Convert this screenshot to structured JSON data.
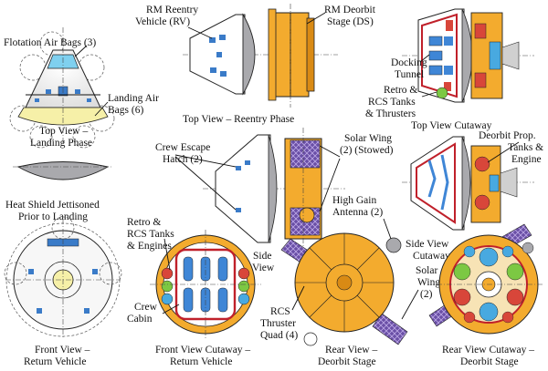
{
  "labels": {
    "flotation_air_bags": "Flotation Air Bags (3)",
    "landing_air_bags_1": "Landing Air",
    "landing_air_bags_2": "Bags (6)",
    "top_view_landing_1": "Top View –",
    "top_view_landing_2": "Landing Phase",
    "heat_shield_1": "Heat Shield Jettisoned",
    "heat_shield_2": "Prior to Landing",
    "front_view_return_1": "Front View –",
    "front_view_return_2": "Return Vehicle",
    "rm_reentry_1": "RM Reentry",
    "rm_reentry_2": "Vehicle (RV)",
    "rm_deorbit_1": "RM Deorbit",
    "rm_deorbit_2": "Stage (DS)",
    "top_view_reentry": "Top View – Reentry Phase",
    "docking_tunnel_1": "Docking",
    "docking_tunnel_2": "Tunnel",
    "retro_rcs_thrusters_1": "Retro &",
    "retro_rcs_thrusters_2": "RCS Tanks",
    "retro_rcs_thrusters_3": "& Thrusters",
    "top_view_cutaway": "Top View Cutaway",
    "crew_escape_hatch_1": "Crew Escape",
    "crew_escape_hatch_2": "Hatch (2)",
    "solar_wing_stowed_1": "Solar Wing",
    "solar_wing_stowed_2": "(2) (Stowed)",
    "deorbit_prop_1": "Deorbit Prop.",
    "deorbit_prop_2": "Tanks &",
    "deorbit_prop_3": "Engine",
    "side_view_1": "Side",
    "side_view_2": "View",
    "high_gain_1": "High Gain",
    "high_gain_2": "Antenna (2)",
    "side_view_cutaway_1": "Side View",
    "side_view_cutaway_2": "Cutaway",
    "retro_rcs_engines_1": "Retro &",
    "retro_rcs_engines_2": "RCS Tanks",
    "retro_rcs_engines_3": "& Engines",
    "crew_cabin_1": "Crew",
    "crew_cabin_2": "Cabin",
    "rcs_quad_1": "RCS",
    "rcs_quad_2": "Thruster",
    "rcs_quad_3": "Quad (4)",
    "solar_wing_2_1": "Solar",
    "solar_wing_2_2": "Wing",
    "solar_wing_2_3": "(2)",
    "front_view_cutaway_1": "Front View Cutaway –",
    "front_view_cutaway_2": "Return Vehicle",
    "rear_view_deorbit_1": "Rear View –",
    "rear_view_deorbit_2": "Deorbit Stage",
    "rear_view_cutaway_1": "Rear View Cutaway –",
    "rear_view_cutaway_2": "Deorbit Stage"
  },
  "colors": {
    "capsule_fill": "#f4f4f4",
    "heat_shield": "#a9a9ad",
    "stage_orange": "#f3ab2e",
    "stage_orange_dark": "#d98a14",
    "tunnel_blue": "#7fd0ef",
    "air_bag_yellow": "#f6f0a8",
    "cabin_red": "#c0202a",
    "seat_blue": "#3f86d6",
    "tank_green": "#7cc843",
    "tank_red": "#d8463a",
    "tank_blue": "#48a9e0",
    "solar_purple": "#6a4fa6",
    "window_blue": "#3a7bc8"
  }
}
